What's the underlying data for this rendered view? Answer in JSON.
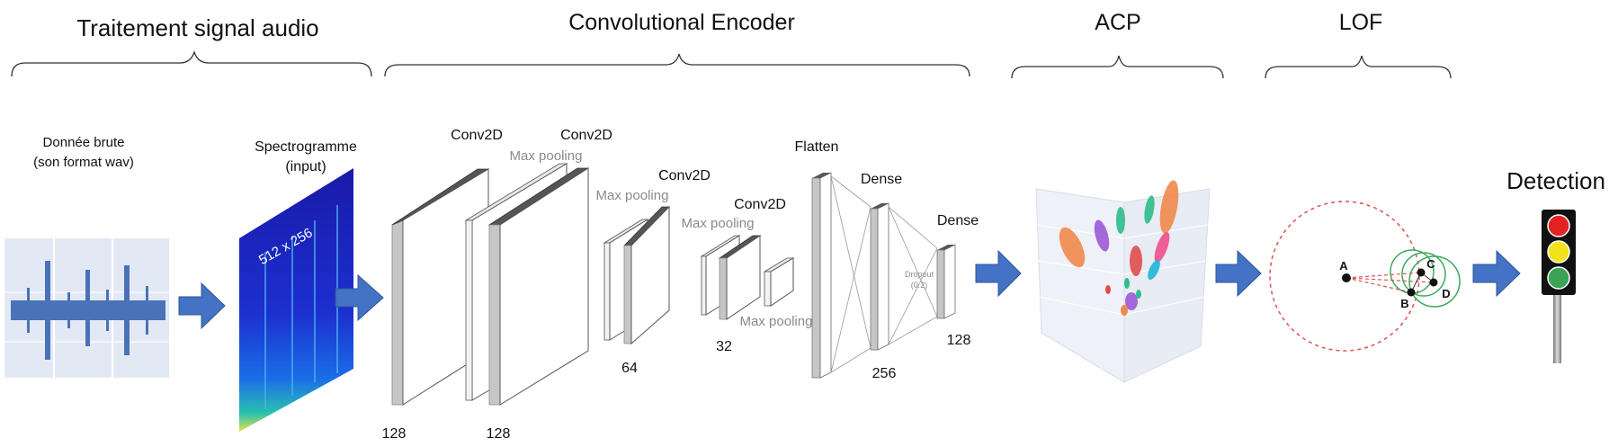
{
  "sections": {
    "audio": "Traitement signal audio",
    "encoder": "Convolutional  Encoder",
    "acp": "ACP",
    "lof": "LOF"
  },
  "raw": {
    "line1": "Donnée brute",
    "line2": "(son format wav)"
  },
  "spectro": {
    "title1": "Spectrogramme",
    "title2": "(input)",
    "size": "512 x 256"
  },
  "layers": {
    "conv1": "Conv2D",
    "conv2": "Conv2D",
    "conv3": "Conv2D",
    "conv4": "Conv2D",
    "maxpool1": "Max pooling",
    "maxpool2": "Max pooling",
    "maxpool3": "Max pooling",
    "maxpool4": "Max pooling",
    "flatten": "Flatten",
    "dense1": "Dense",
    "dense2": "Dense",
    "dropout1": "Dropout",
    "dropout2": "(0.2)"
  },
  "sizes": {
    "s1": "128",
    "s2": "128",
    "s3": "64",
    "s4": "32",
    "d1": "256",
    "d2": "128"
  },
  "lof_points": {
    "a": "A",
    "b": "B",
    "c": "C",
    "d": "D"
  },
  "detection": "Detection",
  "colors": {
    "arrow": "#4472c4",
    "waveform": "#4a72b8",
    "lof_ring": "#e05050",
    "lof_circle": "#3daa5a",
    "light_red": "#e52222",
    "light_yellow": "#f2e21a",
    "light_green": "#3aa357"
  }
}
